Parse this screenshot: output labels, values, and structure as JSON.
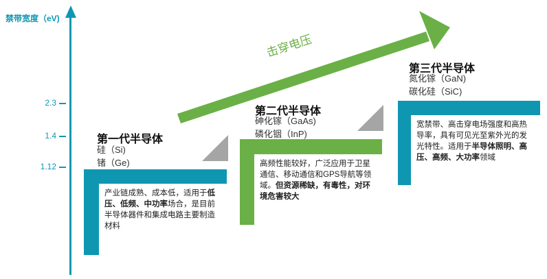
{
  "axis": {
    "title": "禁带宽度（eV)",
    "ticks": [
      "2.3",
      "1.4",
      "1.12"
    ]
  },
  "arrow": {
    "label": "击穿电压"
  },
  "generations": [
    {
      "title": "第一代半导体",
      "materials": [
        "硅（Si)",
        "锗（Ge)"
      ],
      "desc_segments": [
        {
          "text": "产业链成熟、成本低，适用于",
          "bold": false
        },
        {
          "text": "低压、低频、中功率",
          "bold": true
        },
        {
          "text": "场合，是目前半导体器件和集成电路主要制造材料",
          "bold": false
        }
      ]
    },
    {
      "title": "第二代半导体",
      "materials": [
        "砷化镓（GaAs)",
        "磷化铟（InP)"
      ],
      "desc_segments": [
        {
          "text": "高频性能较好，广泛应用于卫星通信、移动通信和GPS导航等领域。",
          "bold": false
        },
        {
          "text": "但资源稀缺，有毒性，对环境危害较大",
          "bold": true
        }
      ]
    },
    {
      "title": "第三代半导体",
      "materials": [
        "氮化镓（GaN)",
        "碳化硅（SiC)"
      ],
      "desc_segments": [
        {
          "text": "宽禁带、高击穿电场强度和高热导率，具有可见光至紫外光的发光特性。适用于",
          "bold": false
        },
        {
          "text": "半导体照明、高压、高频、大功率",
          "bold": true
        },
        {
          "text": "领域",
          "bold": false
        }
      ]
    }
  ],
  "colors": {
    "axis": "#0f97b2",
    "gen1": "#0f97b2",
    "gen2": "#6ab046",
    "gen3": "#0f97b2",
    "arrow": "#6ab046",
    "triangle": "#a5a5a5"
  }
}
